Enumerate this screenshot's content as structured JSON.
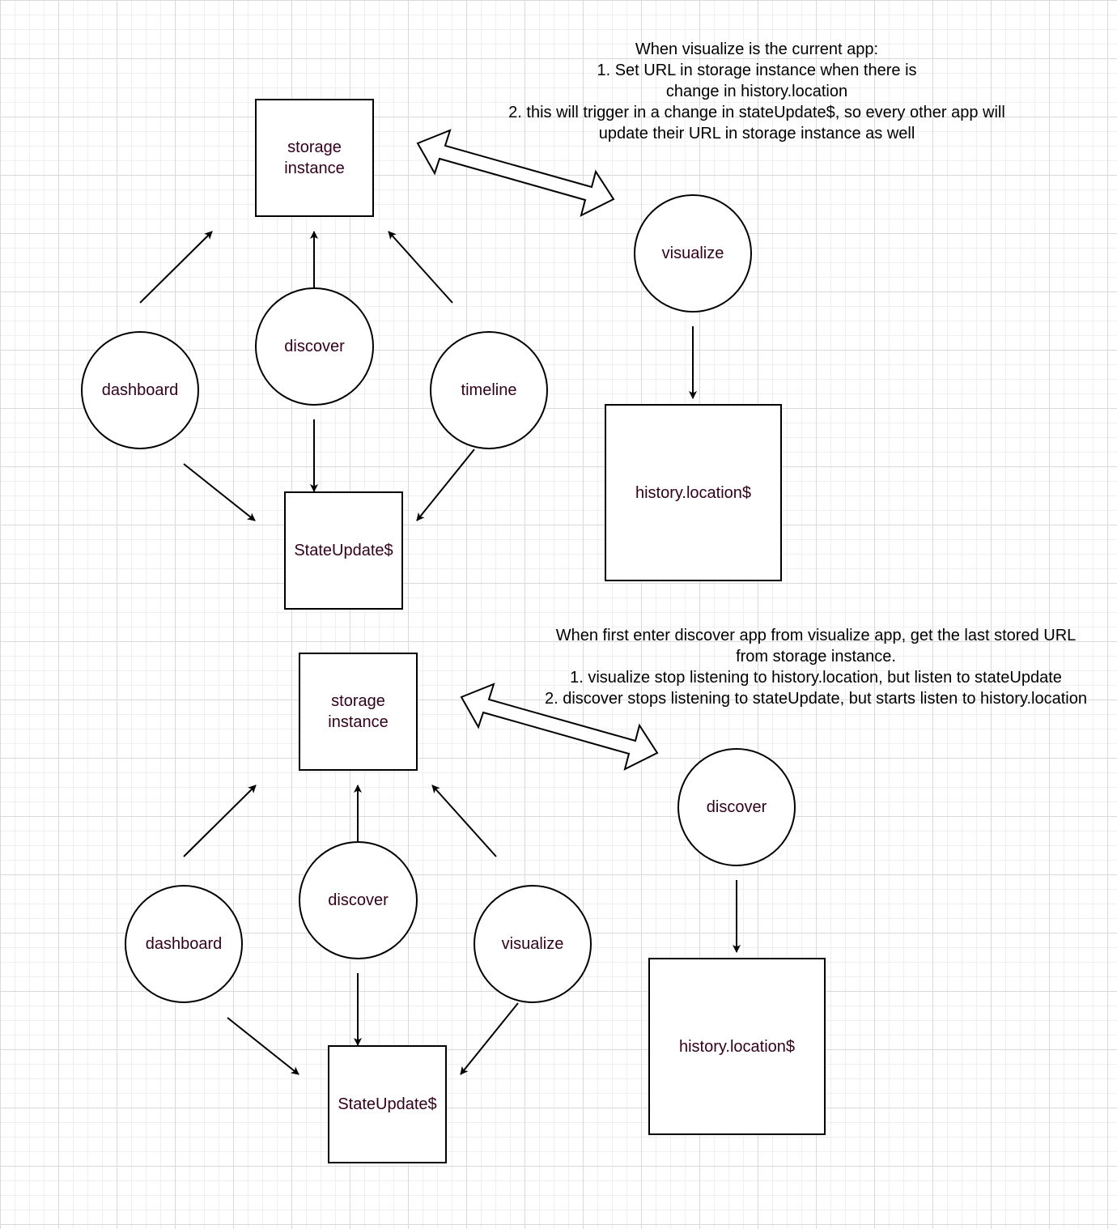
{
  "top": {
    "note_lines": [
      "When visualize is the current app:",
      "1. Set URL in storage instance when there is",
      "change in history.location",
      "2. this will trigger in a change in stateUpdate$, so every other app will",
      "update their URL in storage instance as well"
    ],
    "storage": "storage\ninstance",
    "current_app": "visualize",
    "history": "history.location$",
    "apps": [
      "dashboard",
      "discover",
      "timeline"
    ],
    "state_update": "StateUpdate$"
  },
  "bottom": {
    "note_lines": [
      "When first enter discover app from visualize app, get the last stored URL",
      "from storage instance.",
      "1. visualize stop listening to history.location, but listen to stateUpdate",
      "2. discover stops listening to stateUpdate, but starts listen to history.location"
    ],
    "storage": "storage\ninstance",
    "current_app": "discover",
    "history": "history.location$",
    "apps": [
      "dashboard",
      "discover",
      "visualize"
    ],
    "state_update": "StateUpdate$"
  }
}
